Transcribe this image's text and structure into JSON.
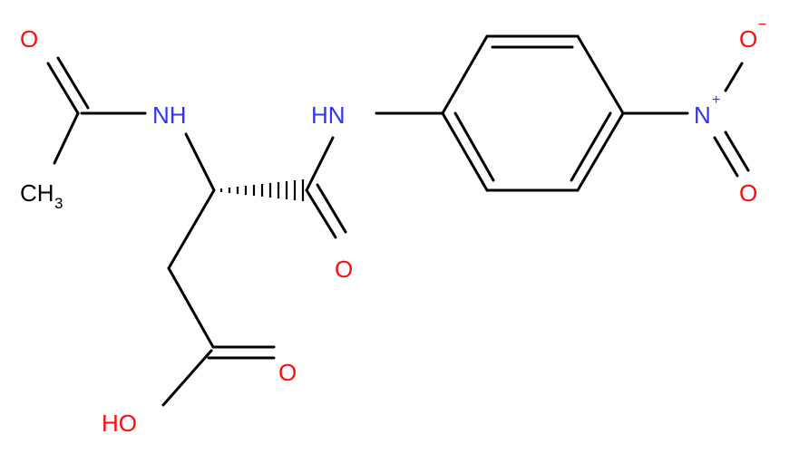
{
  "colors": {
    "bond": "#000000",
    "nitrogen": "#3333ff",
    "oxygen": "#ff0d0d",
    "carbon": "#000000"
  },
  "atoms": {
    "o_acetyl": "O",
    "ch3": "CH",
    "ch3_sub": "3",
    "nh_left": "NH",
    "nh_right": "HN",
    "o_amide": "O",
    "o_acid": "O",
    "oh": "HO",
    "n_nitro": "N",
    "n_charge": "+",
    "o_nitro_top": "O",
    "o_nitro_top_charge": "−",
    "o_nitro_bottom": "O"
  }
}
